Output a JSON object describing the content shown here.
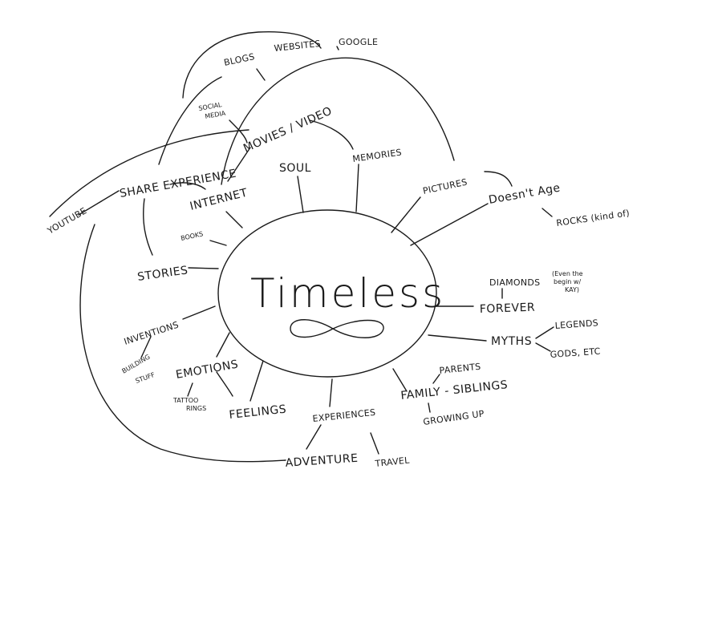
{
  "center": "Timeless",
  "labels": {
    "blogs": "BLOGS",
    "websites": "WEBSITES",
    "google": "GOOGLE",
    "social_media_1": "SOCIAL",
    "social_media_2": "MEDIA",
    "movies_video": "MOVIES / VIDEO",
    "soul": "SOUL",
    "memories": "MEMORIES",
    "share_experience": "SHARE EXPERIENCE",
    "internet": "INTERNET",
    "youtube": "YOUTUBE",
    "books": "BOOKS",
    "stories": "STORIES",
    "inventions": "INVENTIONS",
    "building_1": "BUILDING",
    "building_2": "STUFF",
    "emotions": "EMOTIONS",
    "tattoo_1": "TATTOO",
    "tattoo_2": "RINGS",
    "feelings": "FEELINGS",
    "experiences": "EXPERIENCES",
    "adventure": "ADVENTURE",
    "travel": "TRAVEL",
    "family": "FAMILY - SIBLINGS",
    "parents": "PARENTS",
    "growing_up": "GROWING UP",
    "myths": "MYTHS",
    "legends": "LEGENDS",
    "gods": "GODS, ETC",
    "forever": "FOREVER",
    "diamonds": "DIAMONDS",
    "diamonds_note_1": "(Even the",
    "diamonds_note_2": "begin w/",
    "diamonds_note_3": "KAY)",
    "pictures": "PICTURES",
    "doesnt_age": "Doesn't Age",
    "rocks": "ROCKS (kind of)"
  }
}
